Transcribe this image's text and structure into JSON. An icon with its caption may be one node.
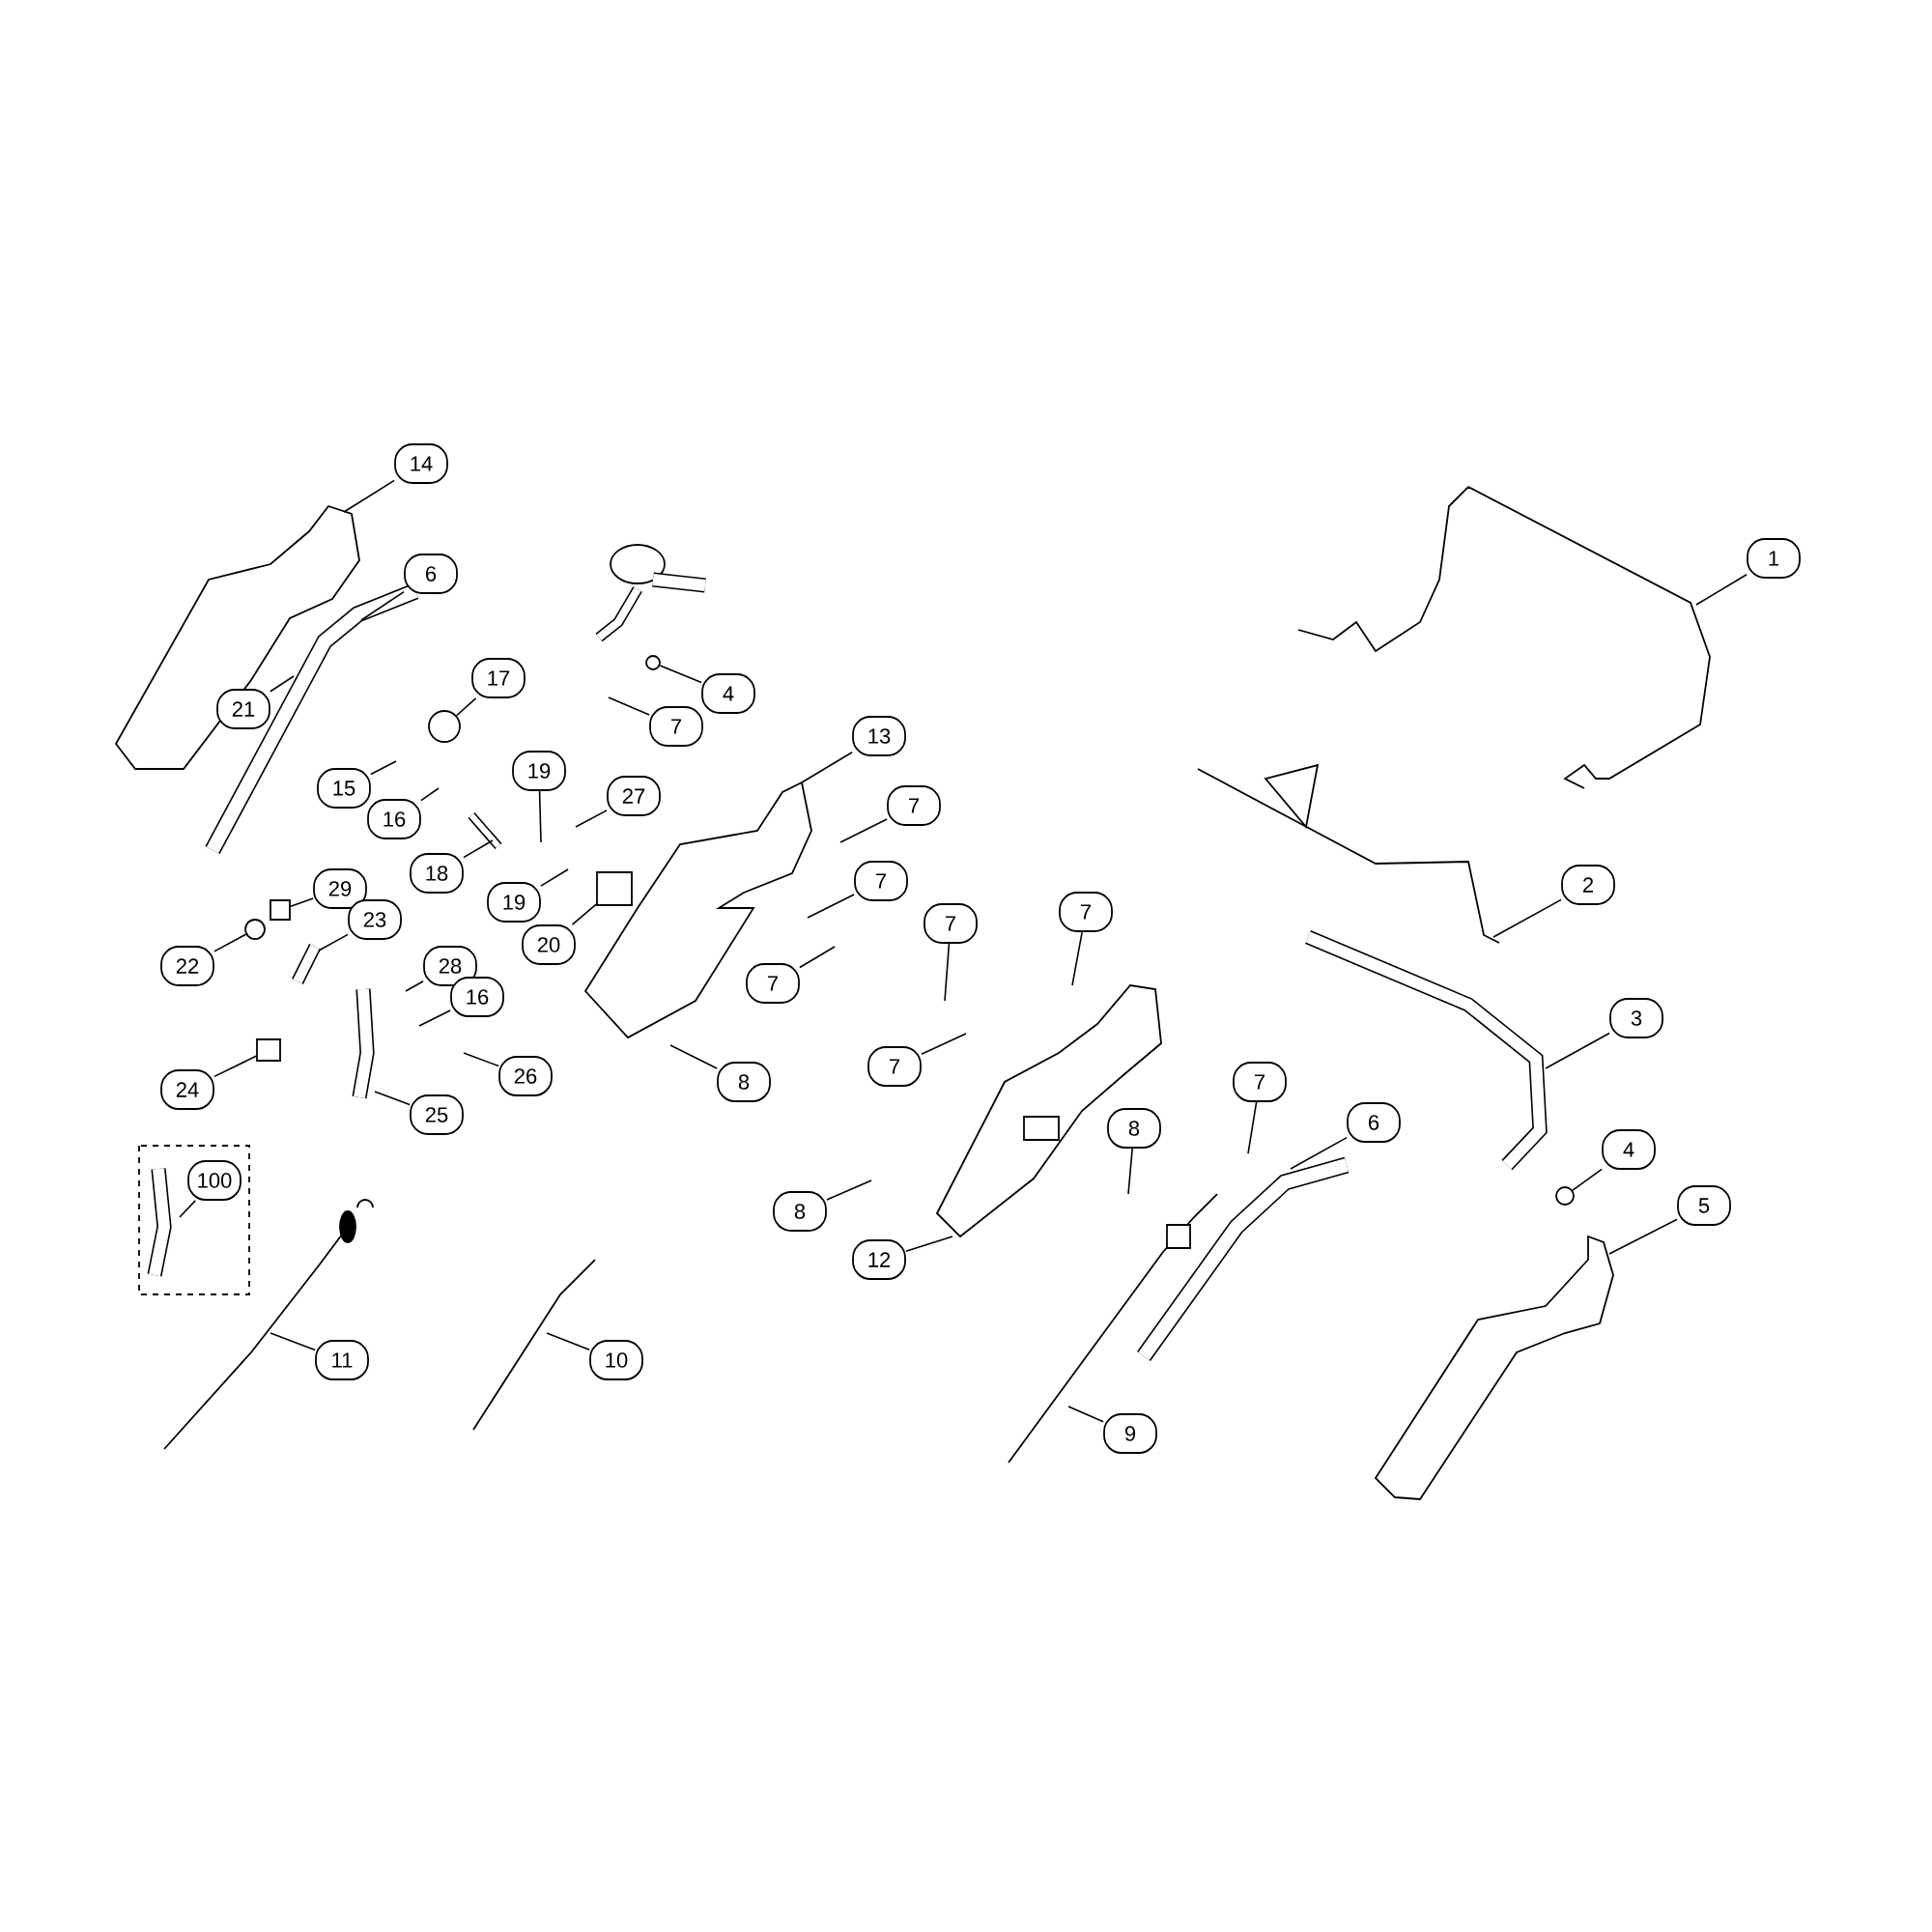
{
  "diagram": {
    "nodes": [
      {
        "text": [
          "14"
        ]
      },
      {
        "text": [
          "1"
        ]
      },
      {
        "text": [
          "6"
        ]
      },
      {
        "text": [
          "4"
        ]
      },
      {
        "text": [
          "17"
        ]
      },
      {
        "text": [
          "21"
        ]
      },
      {
        "text": [
          "7"
        ]
      },
      {
        "text": [
          "13"
        ]
      },
      {
        "text": [
          "19"
        ]
      },
      {
        "text": [
          "15"
        ]
      },
      {
        "text": [
          "27"
        ]
      },
      {
        "text": [
          "7"
        ]
      },
      {
        "text": [
          "16"
        ]
      },
      {
        "text": [
          "18"
        ]
      },
      {
        "text": [
          "7"
        ]
      },
      {
        "text": [
          "2"
        ]
      },
      {
        "text": [
          "29"
        ]
      },
      {
        "text": [
          "19"
        ]
      },
      {
        "text": [
          "7"
        ]
      },
      {
        "text": [
          "23"
        ]
      },
      {
        "text": [
          "7"
        ]
      },
      {
        "text": [
          "20"
        ]
      },
      {
        "text": [
          "22"
        ]
      },
      {
        "text": [
          "28"
        ]
      },
      {
        "text": [
          "7"
        ]
      },
      {
        "text": [
          "16"
        ]
      },
      {
        "text": [
          "3"
        ]
      },
      {
        "text": [
          "7"
        ]
      },
      {
        "text": [
          "26"
        ]
      },
      {
        "text": [
          "8"
        ]
      },
      {
        "text": [
          "7"
        ]
      },
      {
        "text": [
          "24"
        ]
      },
      {
        "text": [
          "25"
        ]
      },
      {
        "text": [
          "6"
        ]
      },
      {
        "text": [
          "8"
        ]
      },
      {
        "text": [
          "4"
        ]
      },
      {
        "text": [
          "100"
        ]
      },
      {
        "text": [
          "5"
        ]
      },
      {
        "text": [
          "8"
        ]
      },
      {
        "text": [
          "12"
        ]
      },
      {
        "text": [
          "11"
        ]
      },
      {
        "text": [
          "10"
        ]
      },
      {
        "text": [
          "9"
        ]
      },
      {
        "text": [],
        "shape": "circle"
      },
      {
        "text": [],
        "shape": "box"
      },
      {
        "text": [],
        "shape": "box"
      },
      {
        "text": [],
        "shape": "circle"
      },
      {
        "text": [],
        "shape": "box"
      },
      {
        "text": [],
        "shape": "circle"
      },
      {
        "text": [],
        "shape": "circle"
      }
    ],
    "edges": [
      {
        "from": 0,
        "to": null,
        "arrow": "none"
      },
      {
        "from": 1,
        "to": null,
        "arrow": "none"
      },
      {
        "from": 2,
        "to": null,
        "arrow": "none"
      },
      {
        "from": 3,
        "to": 48,
        "arrow": "none"
      },
      {
        "from": 4,
        "to": 46,
        "arrow": "none"
      },
      {
        "from": 5,
        "to": null,
        "arrow": "none"
      },
      {
        "from": 6,
        "to": null,
        "arrow": "none"
      },
      {
        "from": 7,
        "to": null,
        "arrow": "none"
      },
      {
        "from": 8,
        "to": null,
        "arrow": "none"
      },
      {
        "from": 9,
        "to": null,
        "arrow": "none"
      },
      {
        "from": 10,
        "to": null,
        "arrow": "none"
      },
      {
        "from": 11,
        "to": null,
        "arrow": "none"
      },
      {
        "from": 12,
        "to": null,
        "arrow": "none"
      },
      {
        "from": 13,
        "to": null,
        "arrow": "none"
      },
      {
        "from": 14,
        "to": null,
        "arrow": "none"
      },
      {
        "from": 15,
        "to": null,
        "arrow": "none"
      },
      {
        "from": 16,
        "to": 45,
        "arrow": "none"
      },
      {
        "from": 17,
        "to": null,
        "arrow": "none"
      },
      {
        "from": 18,
        "to": null,
        "arrow": "none"
      },
      {
        "from": 19,
        "to": null,
        "arrow": "none"
      },
      {
        "from": 20,
        "to": null,
        "arrow": "none"
      },
      {
        "from": 21,
        "to": 47,
        "arrow": "none"
      },
      {
        "from": 22,
        "to": 43,
        "arrow": "none"
      },
      {
        "from": 23,
        "to": null,
        "arrow": "none"
      },
      {
        "from": 24,
        "to": null,
        "arrow": "none"
      },
      {
        "from": 25,
        "to": null,
        "arrow": "none"
      },
      {
        "from": 26,
        "to": null,
        "arrow": "none"
      },
      {
        "from": 27,
        "to": null,
        "arrow": "none"
      },
      {
        "from": 28,
        "to": null,
        "arrow": "none"
      },
      {
        "from": 29,
        "to": null,
        "arrow": "none"
      },
      {
        "from": 30,
        "to": null,
        "arrow": "none"
      },
      {
        "from": 31,
        "to": 44,
        "arrow": "none"
      },
      {
        "from": 32,
        "to": null,
        "arrow": "none"
      },
      {
        "from": 33,
        "to": null,
        "arrow": "none"
      },
      {
        "from": 34,
        "to": null,
        "arrow": "none"
      },
      {
        "from": 35,
        "to": 49,
        "arrow": "none"
      },
      {
        "from": 36,
        "to": null,
        "arrow": "none"
      },
      {
        "from": 37,
        "to": null,
        "arrow": "none"
      },
      {
        "from": 38,
        "to": null,
        "arrow": "none"
      },
      {
        "from": 39,
        "to": null,
        "arrow": "none"
      },
      {
        "from": 40,
        "to": null,
        "arrow": "none"
      },
      {
        "from": 41,
        "to": null,
        "arrow": "none"
      },
      {
        "from": 42,
        "to": null,
        "arrow": "none"
      }
    ]
  }
}
